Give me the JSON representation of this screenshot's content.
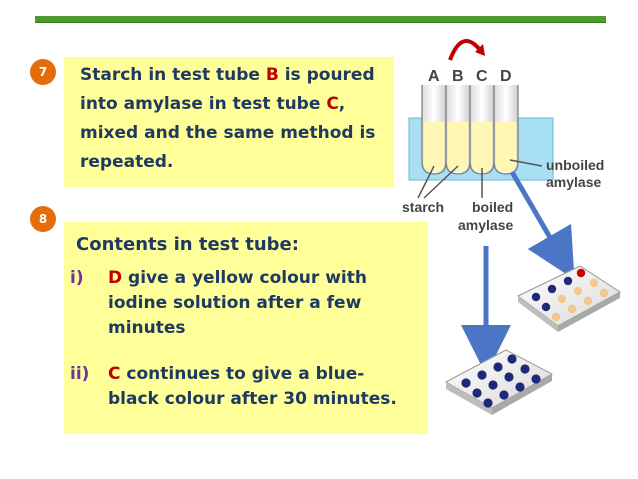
{
  "step7": {
    "badge": "7",
    "lines": [
      [
        "Starch in test tube ",
        "B",
        " is poured"
      ],
      [
        "into amylase in test tube ",
        "C",
        ","
      ],
      [
        "mixed and the same method is"
      ],
      [
        "repeated."
      ]
    ]
  },
  "step8": {
    "badge": "8",
    "heading": "Contents in test tube:",
    "items": [
      {
        "marker": "i)",
        "lines": [
          [
            "D",
            " give a yellow colour with"
          ],
          [
            "iodine solution after a few"
          ],
          [
            "minutes"
          ]
        ]
      },
      {
        "marker": "ii)",
        "lines": [
          [
            "C",
            " continues to give a blue-"
          ],
          [
            "black colour after 30 minutes."
          ]
        ]
      }
    ]
  },
  "diagram": {
    "tube_labels": [
      "A",
      "B",
      "C",
      "D"
    ],
    "starch_label": "starch",
    "boiled_label": [
      "boiled",
      "amylase"
    ],
    "unboiled_label": [
      "unboiled",
      "amylase"
    ]
  },
  "colors": {
    "accent_bar": "#4e9a2f",
    "badge": "#e46c0a",
    "text": "#1f3a60",
    "highlight": "#c00000",
    "box": "#ffff99"
  }
}
